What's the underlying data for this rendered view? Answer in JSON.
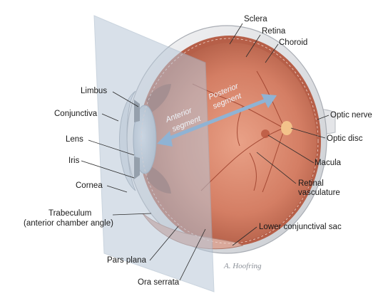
{
  "labels": {
    "sclera": "Sclera",
    "retina": "Retina",
    "choroid": "Choroid",
    "limbus": "Limbus",
    "conjunctiva": "Conjunctiva",
    "lens": "Lens",
    "iris": "Iris",
    "cornea": "Cornea",
    "trabeculum_line1": "Trabeculum",
    "trabeculum_line2": "(anterior chamber angle)",
    "pars_plana": "Pars plana",
    "ora_serrata": "Ora serrata",
    "optic_nerve": "Optic nerve",
    "optic_disc": "Optic disc",
    "macula": "Macula",
    "retinal_vasculature_line1": "Retinal",
    "retinal_vasculature_line2": "vasculature",
    "lower_conjunctival_sac": "Lower conjunctival sac"
  },
  "segments": {
    "anterior_line1": "Anterior",
    "anterior_line2": "segment",
    "posterior_line1": "Posterior",
    "posterior_line2": "segment"
  },
  "credit": "A. Hoofring",
  "colors": {
    "plane": "#b9c8d8",
    "arrow": "#8fb3d4",
    "interior": "#d9846a",
    "sclera": "#e9eaec"
  }
}
